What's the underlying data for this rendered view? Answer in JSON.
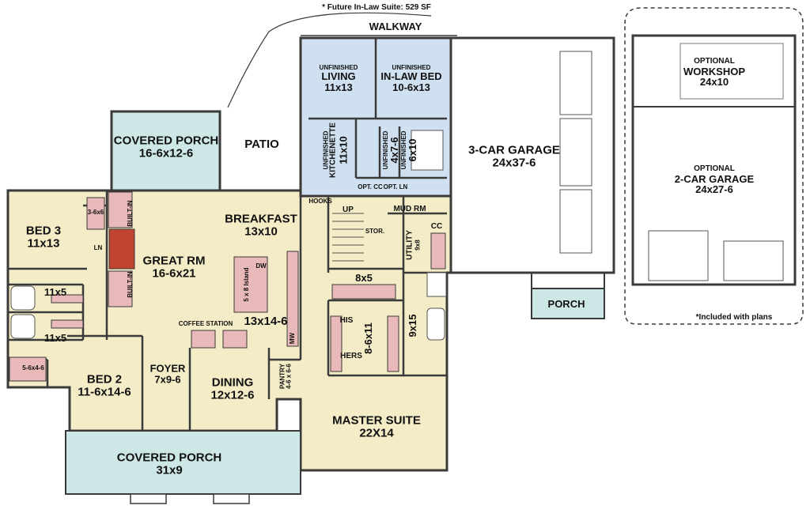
{
  "notes": {
    "future_suite": "* Future In-Law Suite: 529 SF",
    "included": "*Included with plans"
  },
  "colors": {
    "main_floor": "#f3ecc6",
    "inlaw_suite": "#cfe0f0",
    "porch": "#cde7e6",
    "builtin": "#e9b8b8",
    "fireplace": "#c0442f",
    "wall": "#3a3a3a"
  },
  "labels": {
    "walkway": "WALKWAY",
    "patio": "PATIO",
    "covered_porch_top": {
      "name": "COVERED PORCH",
      "size": "16-6x12-6"
    },
    "unfinished_living": {
      "tag": "UNFINISHED",
      "name": "LIVING",
      "size": "11x13"
    },
    "inlaw_bed": {
      "tag": "UNFINISHED",
      "name": "IN-LAW BED",
      "size": "10-6x13"
    },
    "kitchenette": {
      "tag": "UNFINISHED",
      "name": "KITCHENETTE",
      "size": "11x10"
    },
    "unf_closet": {
      "tag": "UNFINISHED",
      "size": "4x7-6"
    },
    "unf_bath": {
      "tag": "UNFINISHED",
      "size": "6x10"
    },
    "opt_cc": "OPT. CC",
    "opt_ln": "OPT. LN",
    "hooks": "HOOKS",
    "up": "UP",
    "stor": "STOR.",
    "mud_rm": "MUD RM",
    "cc": "CC",
    "utility": {
      "name": "UTILITY",
      "size": "9x8"
    },
    "garage3": {
      "name": "3-CAR GARAGE",
      "size": "24x37-6"
    },
    "porch_small": "PORCH",
    "workshop": {
      "tag": "OPTIONAL",
      "name": "WORKSHOP",
      "size": "24x10"
    },
    "garage2": {
      "tag": "OPTIONAL",
      "name": "2-CAR GARAGE",
      "size": "24x27-6"
    },
    "bed3": {
      "name": "BED 3",
      "size": "11x13"
    },
    "closet_3x6": "3-6x6",
    "ln": "LN",
    "builtin": "BUILT-IN",
    "great_rm": {
      "name": "GREAT RM",
      "size": "16-6x21"
    },
    "breakfast": {
      "name": "BREAKFAST",
      "size": "13x10"
    },
    "island": "5 x 8 Island",
    "dw": "DW",
    "kitchen_size": "13x14-6",
    "mw": "MW",
    "coffee": "COFFEE STATION",
    "bath1": "11x5",
    "bath2": "11x5",
    "closet_5x4": "5-6x4-6",
    "bed2": {
      "name": "BED 2",
      "size": "11-6x14-6"
    },
    "foyer": {
      "name": "FOYER",
      "size": "7x9-6"
    },
    "dining": {
      "name": "DINING",
      "size": "12x12-6"
    },
    "pantry": {
      "name": "PANTRY",
      "size": "4-6 x 6-6"
    },
    "wic_8x5": "8x5",
    "his": "HIS",
    "hers": "HERS",
    "wic_size": "8-6x11",
    "master_bath": "9x15",
    "master": {
      "name": "MASTER SUITE",
      "size": "22X14"
    },
    "covered_porch_front": {
      "name": "COVERED PORCH",
      "size": "31x9"
    }
  }
}
